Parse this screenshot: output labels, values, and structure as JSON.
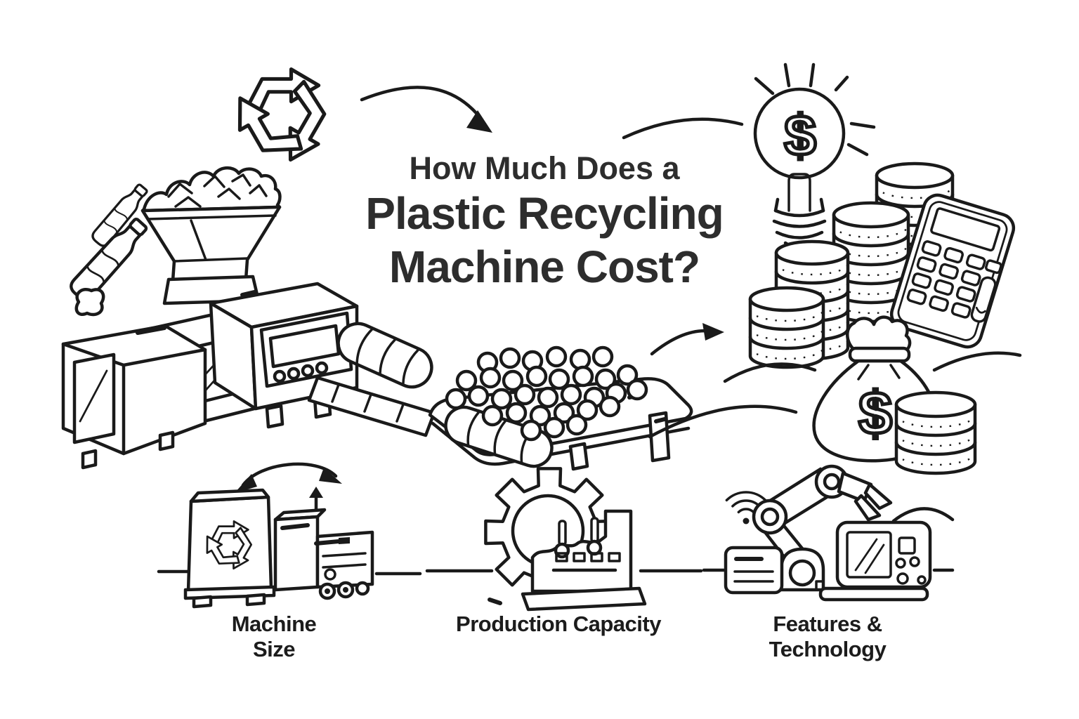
{
  "page": {
    "background": "#ffffff",
    "ink": "#1a1a1a",
    "title_color": "#2d2d2d"
  },
  "title": {
    "line1": "How Much Does a",
    "line2": "Plastic Recycling",
    "line3": "Machine Cost?"
  },
  "cost_factors": [
    {
      "id": "machine-size",
      "label": "Machine Size"
    },
    {
      "id": "production-capacity",
      "label": "Production Capacity"
    },
    {
      "id": "features-technology",
      "label": "Features & Technology"
    }
  ],
  "symbols": {
    "dollar": "$"
  },
  "icons": [
    "recycling-arrows-icon",
    "plastic-bottle-icon",
    "shredder-machine-icon",
    "auger-icon",
    "conveyor-pellets-icon",
    "lightbulb-dollar-icon",
    "coin-stack-icon",
    "calculator-icon",
    "money-bag-icon",
    "size-comparison-icon",
    "gear-factory-icon",
    "wifi-icon",
    "robot-arm-icon",
    "control-panel-icon",
    "arrow-icon"
  ]
}
